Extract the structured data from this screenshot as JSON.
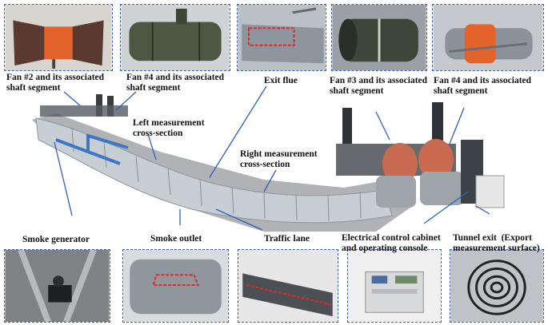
{
  "labels": {
    "fan2": [
      "Fan #2 and its associated",
      "shaft segment"
    ],
    "fan4_left": [
      "Fan #4 and its associated",
      "shaft segment"
    ],
    "exit_flue": "Exit flue",
    "fan3": [
      "Fan #3 and its associated",
      "shaft segment"
    ],
    "fan4_right": [
      "Fan #4 and its associated",
      "shaft segment"
    ],
    "left_section": [
      "Left measurement",
      "cross-section"
    ],
    "right_section": [
      "Right measurement",
      "cross-section"
    ],
    "smoke_generator": "Smoke generator",
    "smoke_outlet": "Smoke outlet",
    "traffic_lane": "Traffic lane",
    "control_cabinet": [
      "Electrical control cabinet",
      "and operating console"
    ],
    "tunnel_exit": [
      "Tunnel exit  (Export",
      "measurement surface)"
    ]
  },
  "colors": {
    "callout_line": "#2f62b5",
    "inset_border": "#3a5fa6",
    "fan_orange": "#e4632a",
    "fan_green": "#4d5843",
    "highlight_red": "#e0282a",
    "tunnel_gray": "#b9c0c6"
  }
}
